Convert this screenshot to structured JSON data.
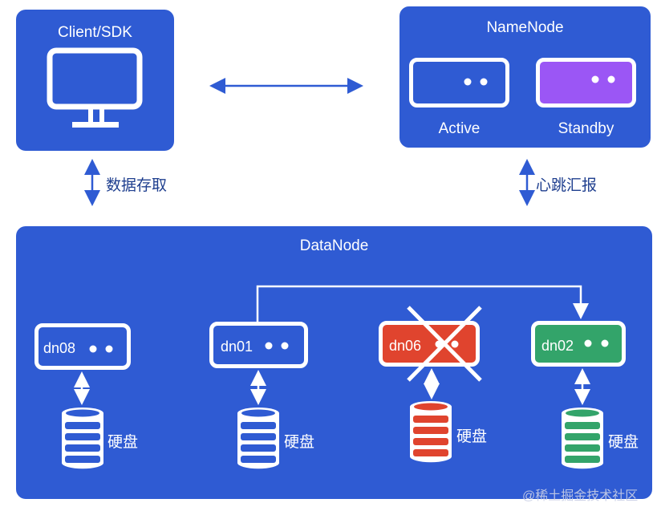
{
  "client": {
    "title": "Client/SDK"
  },
  "namenode": {
    "title": "NameNode",
    "active_label": "Active",
    "standby_label": "Standby"
  },
  "edges": {
    "client_data": "数据存取",
    "heartbeat": "心跳汇报"
  },
  "datanode": {
    "title": "DataNode",
    "nodes": [
      {
        "id": "dn08",
        "color": "#2f5bd3",
        "disk_label": "硬盘"
      },
      {
        "id": "dn01",
        "color": "#2f5bd3",
        "disk_label": "硬盘"
      },
      {
        "id": "dn06",
        "color": "#e0442e",
        "disk_label": "硬盘"
      },
      {
        "id": "dn02",
        "color": "#33a46a",
        "disk_label": "硬盘"
      }
    ]
  },
  "colors": {
    "primary": "#2f5bd3",
    "standby": "#9b56f5",
    "failed": "#e0442e",
    "healthy": "#33a46a"
  },
  "watermark": "@稀土掘金技术社区"
}
